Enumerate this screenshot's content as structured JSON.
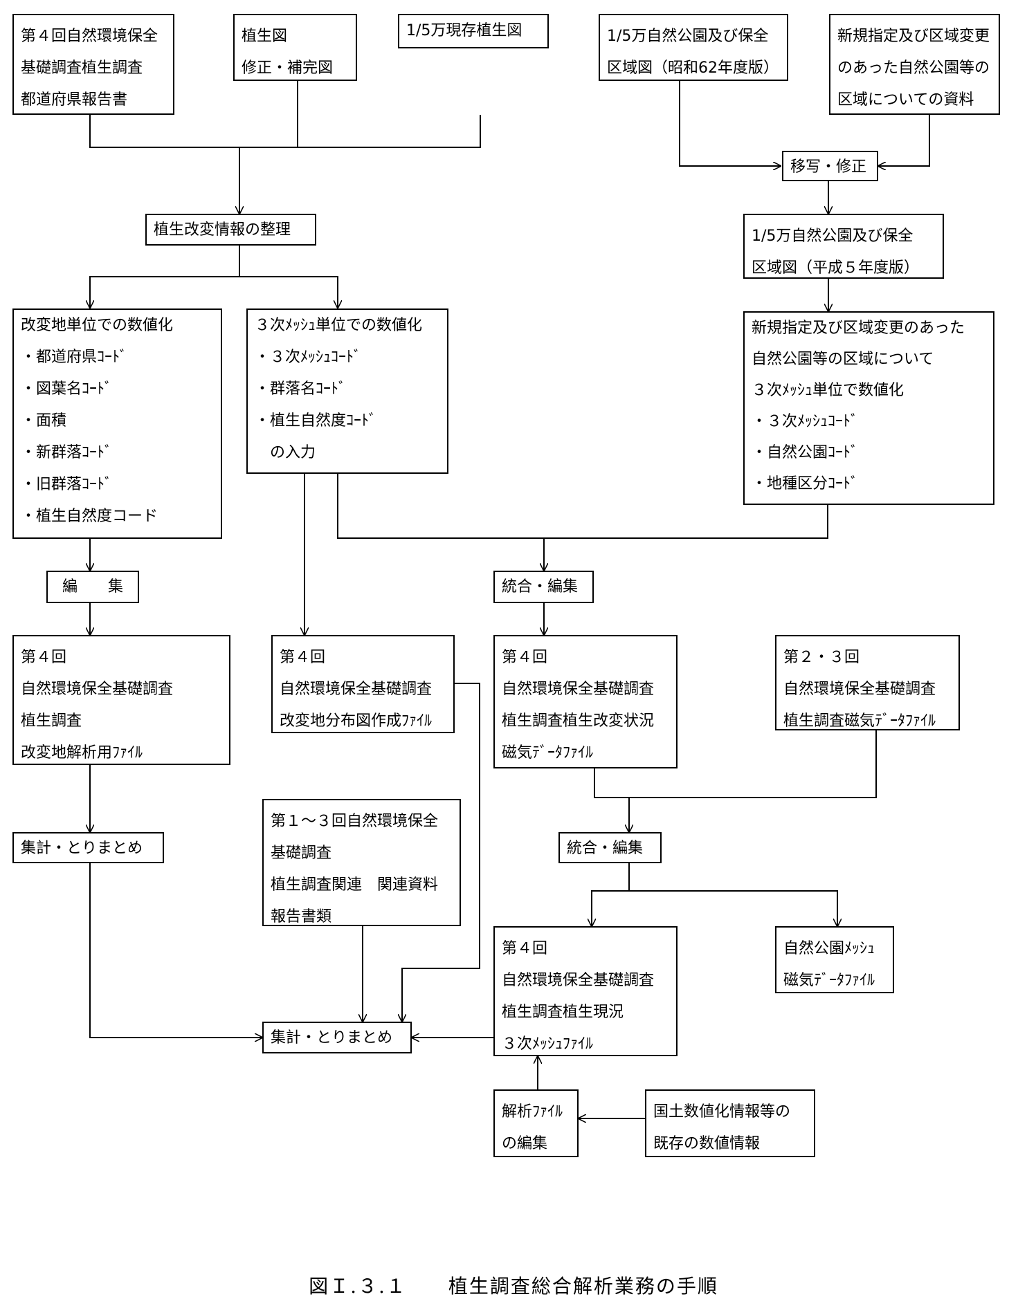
{
  "nodes": {
    "report4": [
      "第４回自然環境保全",
      "基礎調査植生調査",
      "都道府県報告書"
    ],
    "veg_map": [
      "植生図",
      "修正・補完図"
    ],
    "map_50k": [
      "1/5万現存植生図"
    ],
    "park_s62": [
      "1/5万自然公園及び保全",
      "区域図（昭和62年度版）"
    ],
    "new_area_docs": [
      "新規指定及び区域変更",
      "のあった自然公園等の",
      "区域についての資料"
    ],
    "copy_fix": [
      "移写・修正"
    ],
    "organize": [
      "植生改変情報の整理"
    ],
    "park_h5": [
      "1/5万自然公園及び保全",
      "区域図（平成５年度版）"
    ],
    "digitize_site": [
      "改変地単位での数値化",
      "・都道府県ｺｰﾄﾞ",
      "・図葉名ｺｰﾄﾞ",
      "・面積",
      "・新群落ｺｰﾄﾞ",
      "・旧群落ｺｰﾄﾞ",
      "・植生自然度コード"
    ],
    "digitize_mesh": [
      "３次ﾒｯｼｭ単位での数値化",
      "・３次ﾒｯｼｭｺｰﾄﾞ",
      "・群落名ｺｰﾄﾞ",
      "・植生自然度ｺｰﾄﾞ",
      "　の入力"
    ],
    "digitize_park": [
      "新規指定及び区域変更のあった",
      "自然公園等の区域について",
      "３次ﾒｯｼｭ単位で数値化",
      "・３次ﾒｯｼｭｺｰﾄﾞ",
      "・自然公園ｺｰﾄﾞ",
      "・地種区分ｺｰﾄﾞ"
    ],
    "edit": [
      "編　　集"
    ],
    "integrate1": [
      "統合・編集"
    ],
    "file_analysis": [
      "第４回",
      "自然環境保全基礎調査",
      "植生調査",
      "改変地解析用ﾌｧｲﾙ"
    ],
    "file_distmap": [
      "第４回",
      "自然環境保全基礎調査",
      "改変地分布図作成ﾌｧｲﾙ"
    ],
    "file_change": [
      "第４回",
      "自然環境保全基礎調査",
      "植生調査植生改変状況",
      "磁気ﾃﾞｰﾀﾌｧｲﾙ"
    ],
    "file_23": [
      "第２・３回",
      "自然環境保全基礎調査",
      "植生調査磁気ﾃﾞｰﾀﾌｧｲﾙ"
    ],
    "summary_left": [
      "集計・とりまとめ"
    ],
    "reports_13": [
      "第１～３回自然環境保全",
      "基礎調査",
      "植生調査関連　関連資料",
      "報告書類"
    ],
    "integrate2": [
      "統合・編集"
    ],
    "file_mesh": [
      "第４回",
      "自然環境保全基礎調査",
      "植生調査植生現況",
      "３次ﾒｯｼｭﾌｧｲﾙ"
    ],
    "park_mesh": [
      "自然公園ﾒｯｼｭ",
      "磁気ﾃﾞｰﾀﾌｧｲﾙ"
    ],
    "summary_main": [
      "集計・とりまとめ"
    ],
    "analysis_edit": [
      "解析ﾌｧｲﾙ",
      "の編集"
    ],
    "national_data": [
      "国土数値化情報等の",
      "既存の数値情報"
    ]
  },
  "caption": "図Ｉ.３.１　　植生調査総合解析業務の手順"
}
